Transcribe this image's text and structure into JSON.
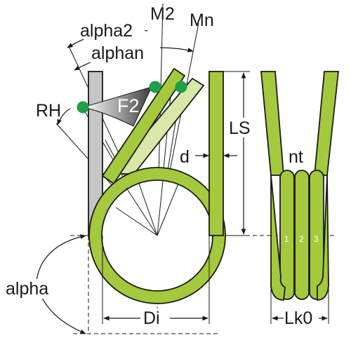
{
  "labels": {
    "alpha2": "alpha2",
    "m2": "M2",
    "mn": "Mn",
    "alphan": "alphan",
    "rh": "RH",
    "f2": "F2",
    "ls": "LS",
    "d": "d",
    "nt": "nt",
    "alpha": "alpha",
    "di": "Di",
    "lk0": "Lk0",
    "coil_1": "1",
    "coil_2": "2",
    "coil_3": "3"
  },
  "colors": {
    "spring": "#a4c93c",
    "spring_light": "#d9e8a8",
    "outline": "#1a1a1a",
    "leg_gray": "#c6c6c6",
    "marker": "#1e9e46",
    "force_gradient_dark": "#555555"
  }
}
